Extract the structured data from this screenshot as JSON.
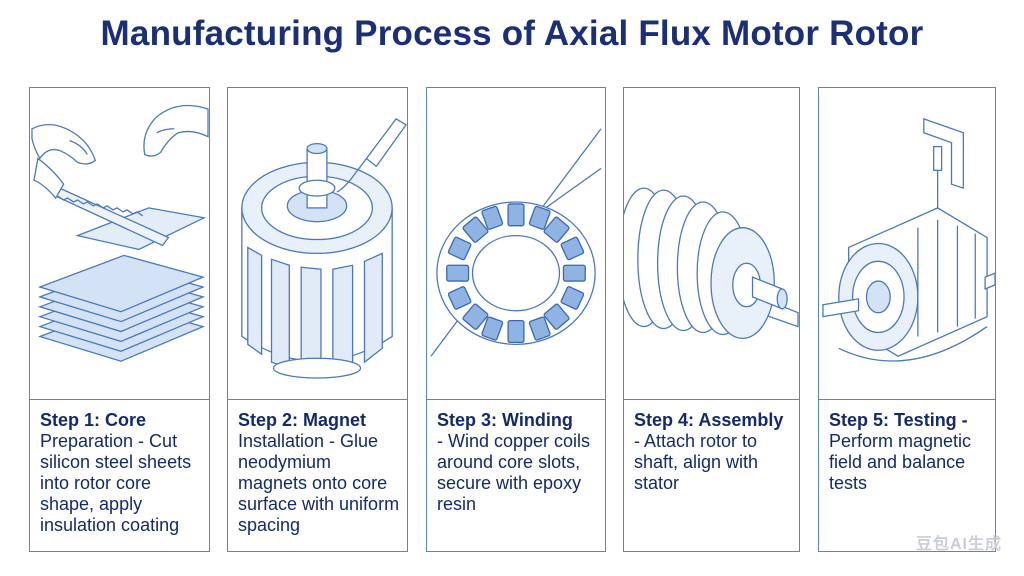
{
  "title": "Manufacturing Process of Axial Flux Motor Rotor",
  "steps": [
    {
      "title": "Step 1: Core",
      "desc": "Preparation - Cut silicon steel sheets into rotor core shape, apply insulation coating",
      "icon": "cutting-sheets-icon"
    },
    {
      "title": "Step 2: Magnet",
      "desc": "Installation - Glue neodymium magnets onto core surface with uniform spacing",
      "icon": "magnet-core-icon"
    },
    {
      "title": "Step 3: Winding",
      "desc": "- Wind copper coils around core slots, secure with epoxy resin",
      "icon": "coil-ring-icon"
    },
    {
      "title": "Step 4: Assembly",
      "desc": "- Attach rotor to shaft, align with stator",
      "icon": "shaft-assembly-icon"
    },
    {
      "title": "Step 5: Testing -",
      "desc": "Perform magnetic field and balance tests",
      "icon": "test-rig-icon"
    }
  ],
  "watermark": "豆包AI生成",
  "colors": {
    "title": "#1a2f78",
    "line": "#5b86c6",
    "fill": "#cfe0f4",
    "text": "#142a6e"
  }
}
